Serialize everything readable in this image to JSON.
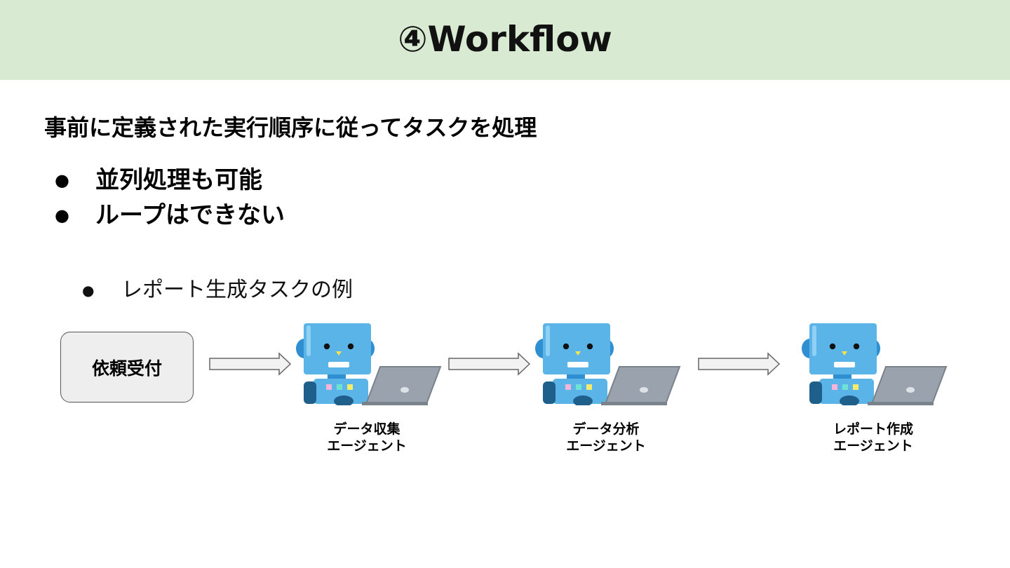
{
  "header": {
    "title": "④Workflow"
  },
  "subtitle": "事前に定義された実行順序に従ってタスクを処理",
  "bullets": [
    "並列処理も可能",
    "ループはできない"
  ],
  "example_heading": "レポート生成タスクの例",
  "bullet_symbol": "●",
  "flow": {
    "start_label": "依頼受付",
    "agents": [
      {
        "line1": "データ収集",
        "line2": "エージェント"
      },
      {
        "line1": "データ分析",
        "line2": "エージェント"
      },
      {
        "line1": "レポート作成",
        "line2": "エージェント"
      }
    ]
  },
  "colors": {
    "header_bg": "#d9ead3",
    "robot_blue": "#5ab4e8",
    "robot_dark": "#1f5f8c",
    "laptop": "#9aa3ad"
  }
}
